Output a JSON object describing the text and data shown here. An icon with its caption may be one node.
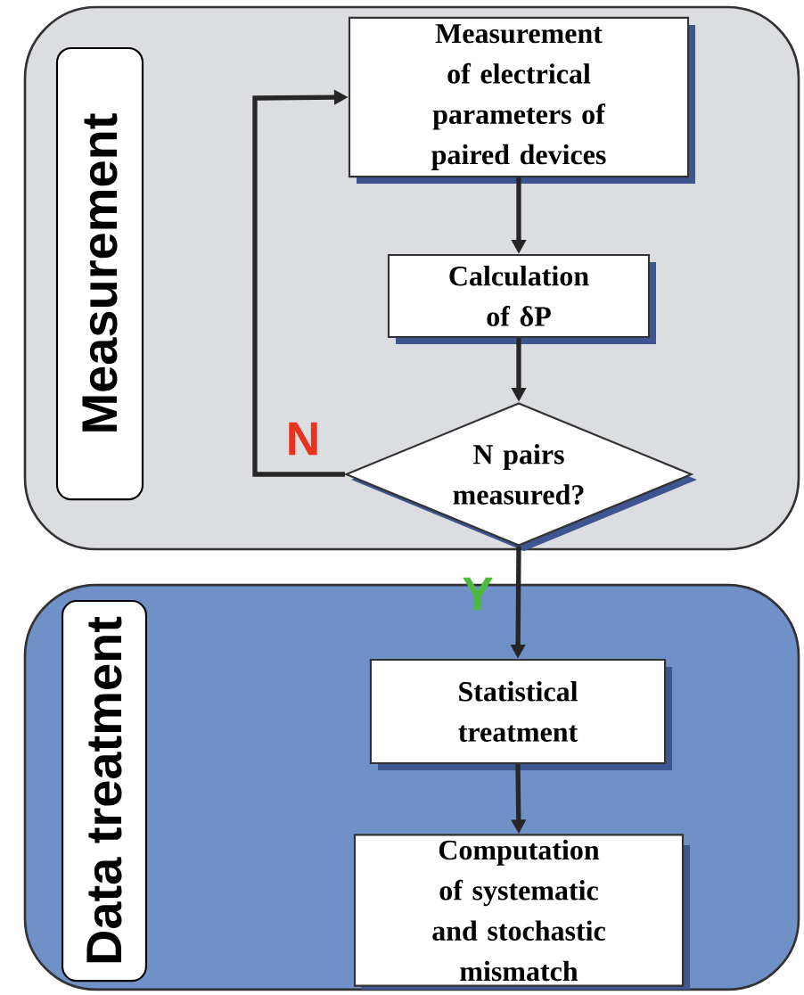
{
  "diagram": {
    "nodes": [
      {
        "text": [],
        "shape": "box"
      },
      {
        "text": [
          "Measurement"
        ],
        "in": 0
      },
      {
        "text": [
          "Measurement of electrical parameters of paired devices"
        ],
        "in": 0
      },
      {
        "text": [
          "Calculation of δP"
        ],
        "in": 0
      },
      {
        "text": [
          "N pairs measured?"
        ],
        "in": 0
      },
      {
        "text": [],
        "shape": "box"
      },
      {
        "text": [
          "Data treatment"
        ],
        "in": 5
      },
      {
        "text": [
          "Statistical treatment"
        ],
        "in": 5
      },
      {
        "text": [
          "Computation of systematic and stochastic mismatch"
        ],
        "in": 5
      }
    ],
    "edges": [
      {
        "from": 2,
        "to": 3,
        "arrow": "to"
      },
      {
        "from": 3,
        "to": 4,
        "arrow": "to"
      },
      {
        "from": 4,
        "to": 2,
        "arrow": "to",
        "label": "N"
      },
      {
        "from": 4,
        "to": 7,
        "arrow": "to",
        "label": "Y"
      },
      {
        "from": 7,
        "to": 8,
        "arrow": "to"
      }
    ]
  }
}
